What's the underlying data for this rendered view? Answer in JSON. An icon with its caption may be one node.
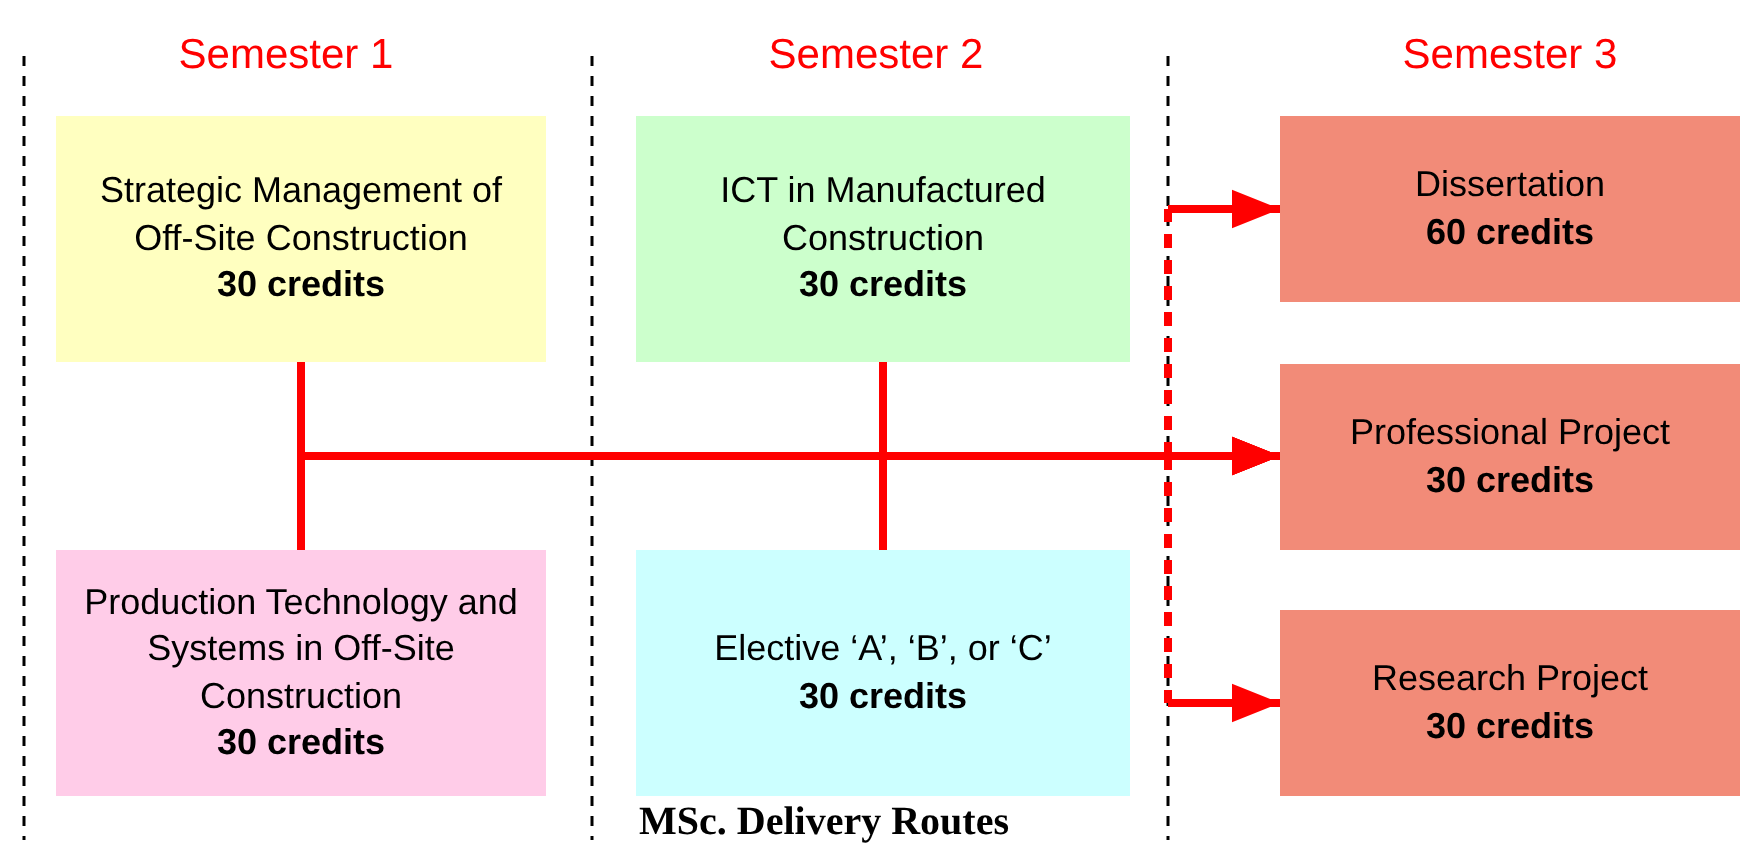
{
  "diagram": {
    "caption": "MSc. Delivery Routes",
    "nodes": [
      {
        "text": [
          "Strategic Management of Off-Site Construction",
          "30 credits"
        ]
      },
      {
        "text": [
          "ICT in Manufactured Construction",
          "30 credits"
        ]
      },
      {
        "text": [
          "Production Technology and Systems in Off-Site Construction",
          "30 credits"
        ]
      },
      {
        "text": [
          "Elective ‘A’, ‘B’, or ‘C’",
          "30 credits"
        ]
      },
      {
        "text": [
          "Dissertation",
          "60 credits"
        ]
      },
      {
        "text": [
          "Professional Project",
          "30 credits"
        ]
      },
      {
        "text": [
          "Research Project",
          "30 credits"
        ]
      }
    ],
    "edges": [
      {
        "from": 0,
        "to": 5,
        "arrow": "to"
      },
      {
        "from": 2,
        "to": 5,
        "arrow": "to"
      },
      {
        "from": 1,
        "to": 5,
        "arrow": "to"
      },
      {
        "from": 3,
        "to": 5,
        "arrow": "to"
      },
      {
        "from": null,
        "to": 4,
        "arrow": "to",
        "style": "dashed"
      },
      {
        "from": null,
        "to": 6,
        "arrow": "to",
        "style": "dashed"
      }
    ],
    "labels": [
      "Semester 1",
      "Semester 2",
      "Semester 3"
    ]
  }
}
